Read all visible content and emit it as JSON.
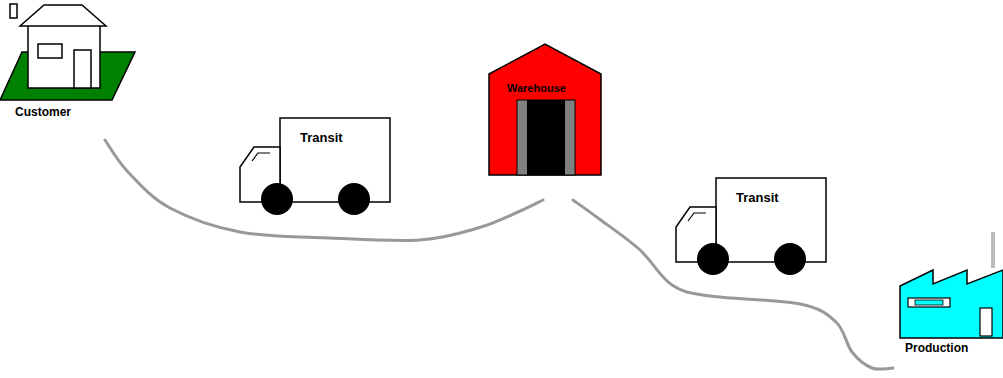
{
  "diagram": {
    "nodes": [
      {
        "text": [
          "Customer"
        ]
      },
      {
        "text": [
          "Transit"
        ]
      },
      {
        "text": [
          "Warehouse"
        ]
      },
      {
        "text": [
          "Transit"
        ]
      },
      {
        "text": [
          "Production"
        ]
      }
    ],
    "edges": [
      {
        "from": 0,
        "to": 2,
        "arrow": "none"
      },
      {
        "from": 2,
        "to": 4,
        "arrow": "none"
      }
    ]
  }
}
